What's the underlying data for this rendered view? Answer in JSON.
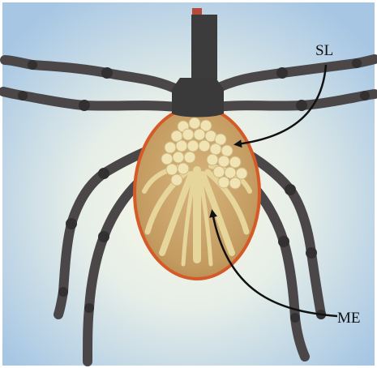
{
  "labels": {
    "sl": "SL",
    "me": "ME"
  },
  "colors": {
    "background_top": "#a8c8e6",
    "background_center": "#f4f2d8",
    "body_fill": "#caa56c",
    "body_rim": "#d9642b",
    "mouthpart": "#3e3e3e",
    "legs": "#4f4b4c",
    "salivary": "#efe2b0",
    "midgut": "#e3d39a",
    "arrow": "#111111"
  },
  "icons": {
    "subject": "tick-illustration"
  }
}
